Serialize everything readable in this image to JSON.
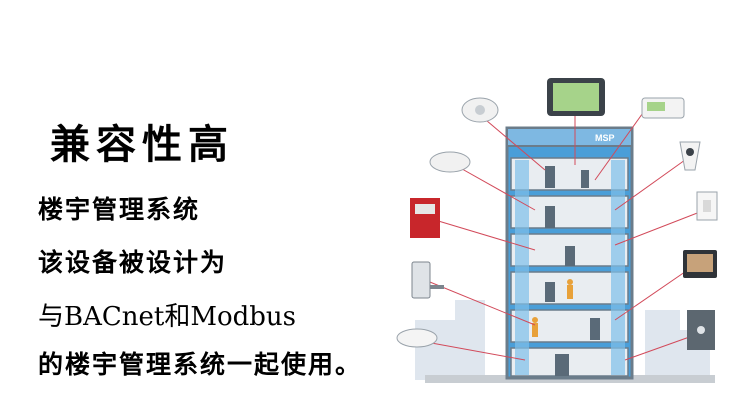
{
  "heading": "兼容性高",
  "lines": [
    "楼宇管理系统",
    "该设备被设计为",
    "与BACnet和Modbus",
    "的楼宇管理系统一起使用。"
  ],
  "building": {
    "sign": "MSP",
    "device_icons": [
      "smoke-detector-icon",
      "thermostat-panel-icon",
      "thermostat-display-icon",
      "motion-sensor-icon",
      "fire-alarm-panel-icon",
      "light-switch-icon",
      "keypad-lock-icon",
      "video-intercom-icon",
      "ceiling-sensor-icon",
      "door-access-icon"
    ]
  },
  "colors": {
    "building_glass": "#4a9ed8",
    "building_frame": "#6b7c8a",
    "connector_lines": "#d24a5a",
    "fire_panel": "#c8262b"
  }
}
